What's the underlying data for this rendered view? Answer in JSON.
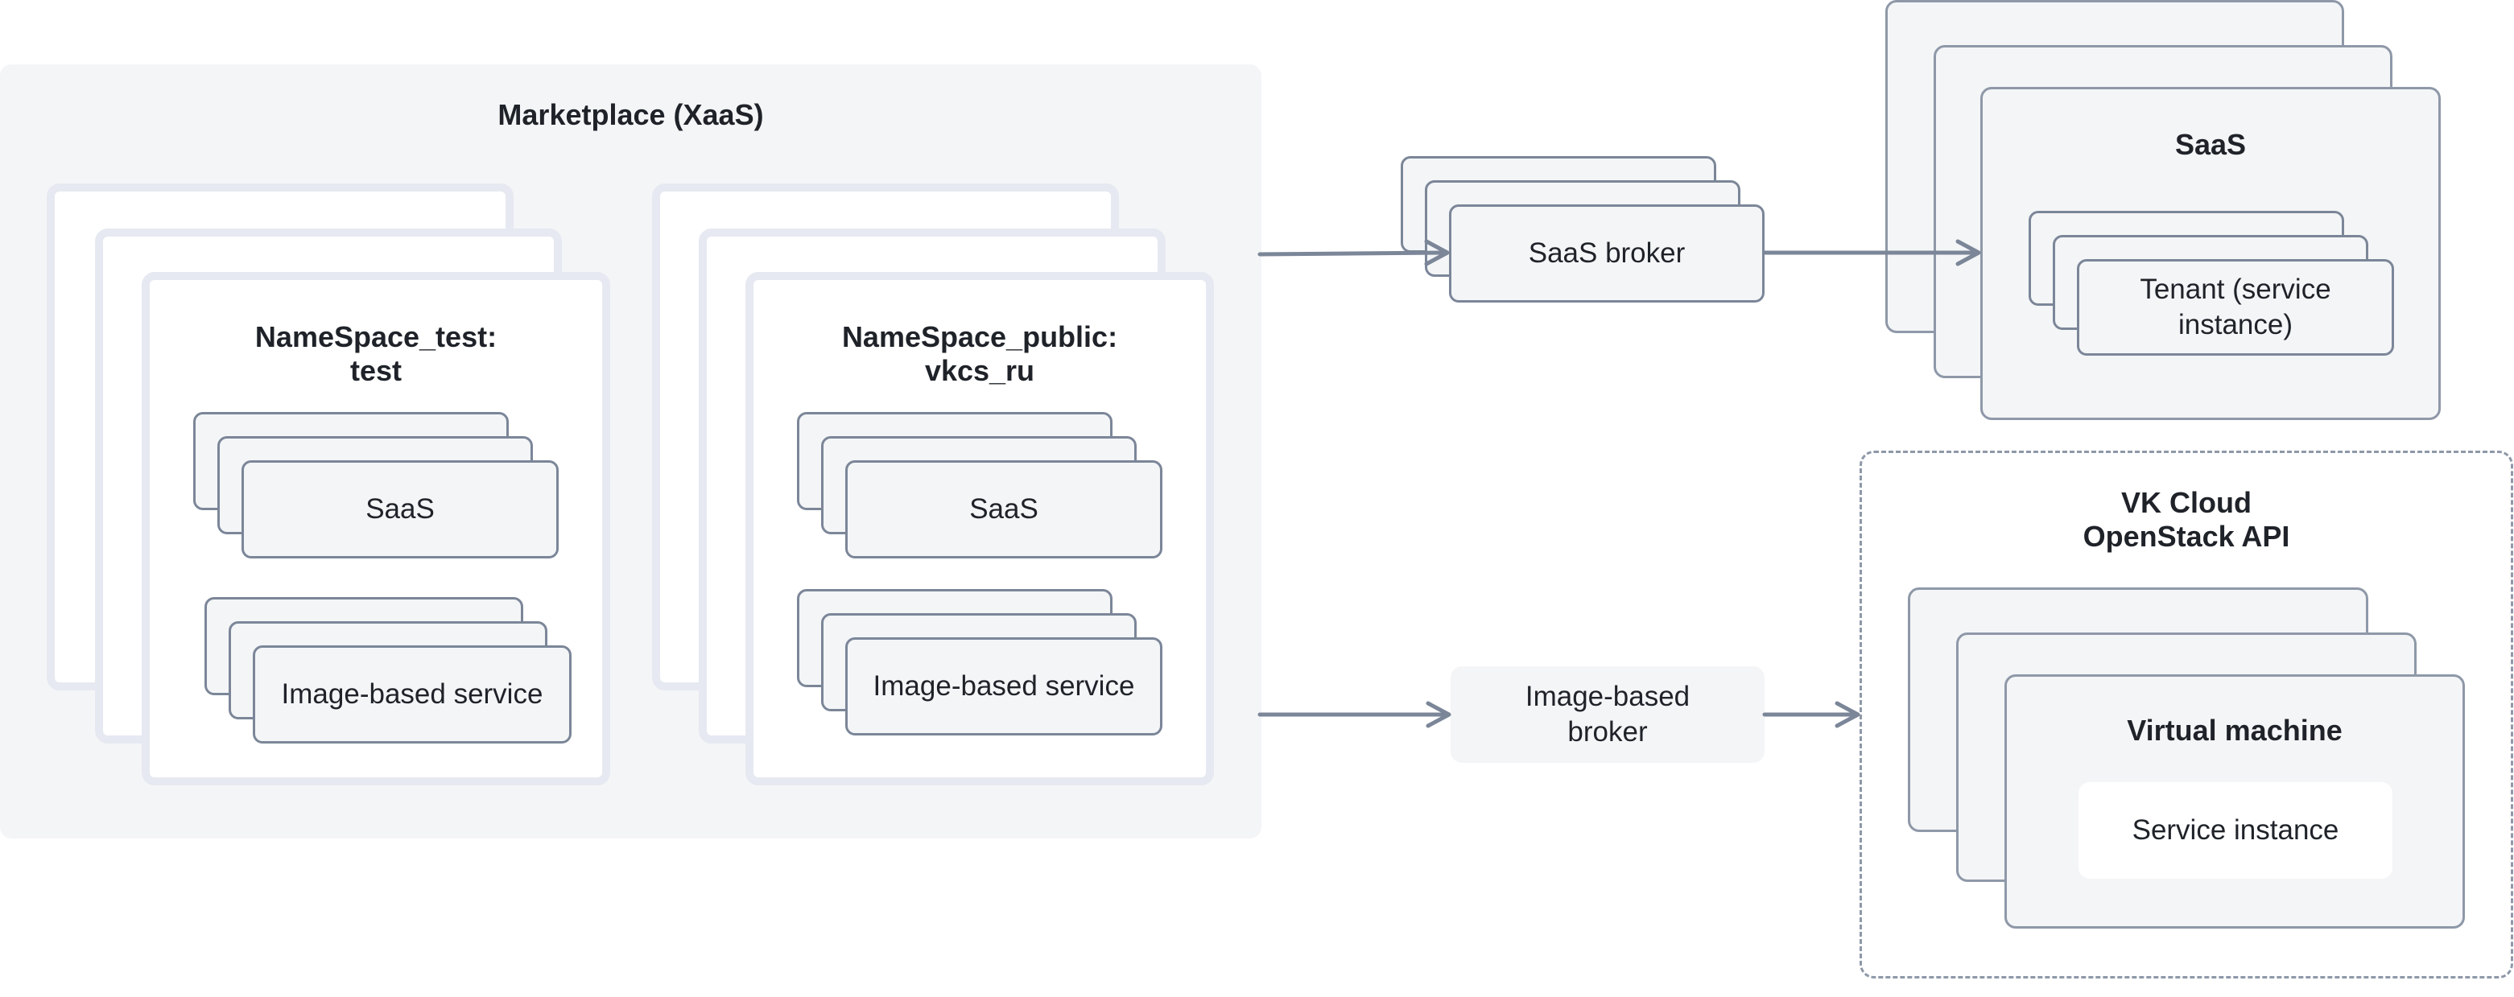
{
  "marketplace": {
    "title": "Marketplace (XaaS)"
  },
  "namespaces": [
    {
      "title_line1": "NameSpace_test:",
      "title_line2": "test",
      "saas_label": "SaaS",
      "image_label": "Image-based service"
    },
    {
      "title_line1": "NameSpace_public:",
      "title_line2": "vkcs_ru",
      "saas_label": "SaaS",
      "image_label": "Image-based service"
    }
  ],
  "saas_broker": {
    "label": "SaaS broker"
  },
  "image_broker": {
    "label": "Image-based broker"
  },
  "saas_provider": {
    "title": "SaaS",
    "tenant_label": "Tenant (service instance)"
  },
  "vk_cloud": {
    "title_line1": "VK Cloud",
    "title_line2": "OpenStack API",
    "vm_title": "Virtual machine",
    "service_instance_label": "Service instance"
  },
  "colors": {
    "arrow": "#7b8698",
    "card_border": "#7b8698",
    "ns_border": "#e6e9f1",
    "panel_bg": "#f4f5f7"
  }
}
